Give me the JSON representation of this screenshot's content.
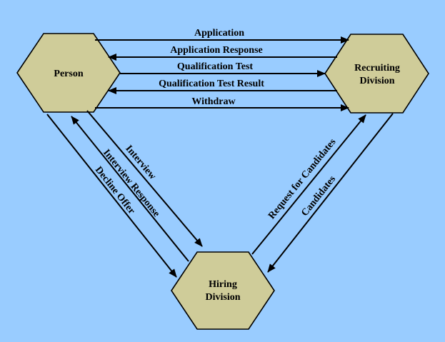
{
  "nodes": {
    "person": {
      "lines": [
        "Person"
      ]
    },
    "recruiting": {
      "lines": [
        "Recruiting",
        "Division"
      ]
    },
    "hiring": {
      "lines": [
        "Hiring",
        "Division"
      ]
    }
  },
  "edges": {
    "application": "Application",
    "application_response": "Application Response",
    "qualification_test": "Qualification Test",
    "qualification_test_result": "Qualification Test Result",
    "withdraw": "Withdraw",
    "interview": "Interview",
    "interview_response": "Interview Response",
    "decline_offer": "Decline Offer",
    "request_for_candidates": "Request for Candidates",
    "candidates": "Candidates"
  },
  "colors": {
    "background": "#99ccff",
    "node_fill": "#cfcc99",
    "stroke": "#000000"
  }
}
